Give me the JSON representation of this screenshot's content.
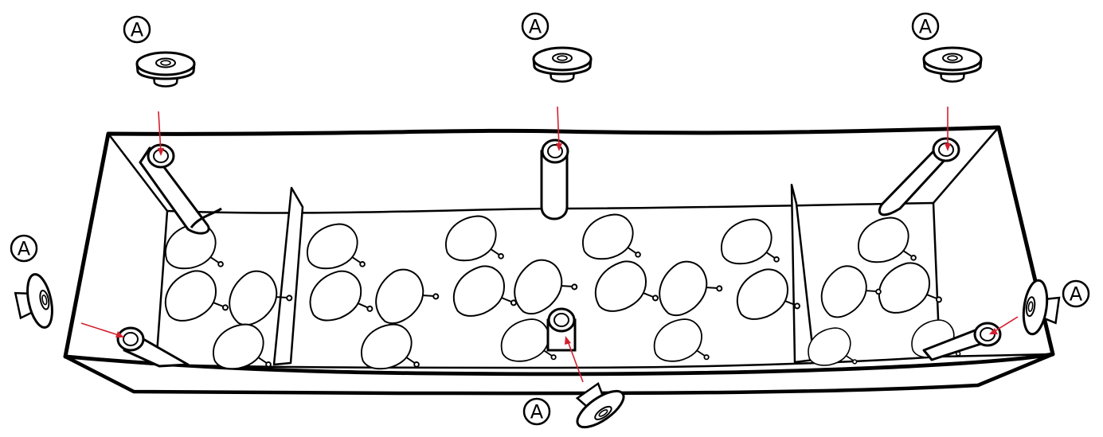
{
  "diagram": {
    "part_label": "A",
    "colors": {
      "line": "#000000",
      "arrow": "#d3202f",
      "background": "#ffffff"
    },
    "feet_count": 6,
    "callouts": [
      {
        "id": "top-left",
        "label": "A"
      },
      {
        "id": "top-center",
        "label": "A"
      },
      {
        "id": "top-right",
        "label": "A"
      },
      {
        "id": "left",
        "label": "A"
      },
      {
        "id": "right",
        "label": "A"
      },
      {
        "id": "bottom",
        "label": "A"
      }
    ]
  }
}
